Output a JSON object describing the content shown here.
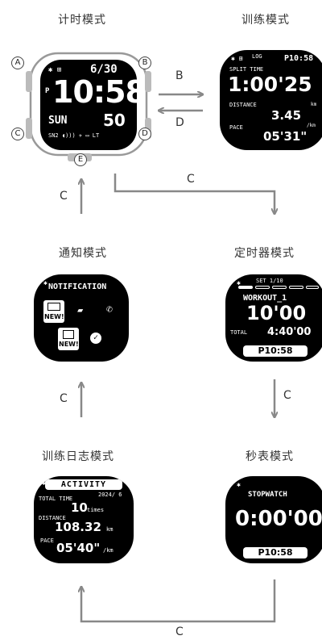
{
  "timekeeping": {
    "title": "计时模式",
    "buttons": {
      "a": "A",
      "b": "B",
      "c": "C",
      "d": "D",
      "e": "E"
    },
    "date": "6/30",
    "pm": "P",
    "time": "10:58",
    "day": "SUN",
    "seconds": "50",
    "status": "SN2 ◖))) ✈ ▭ LT"
  },
  "training": {
    "title": "训练模式",
    "top_time": "P10:58",
    "log": "LOG",
    "split_label": "SPLIT TIME",
    "split_value": "1:00'25",
    "distance_label": "DISTANCE",
    "distance_value": "3.45",
    "distance_unit": "km",
    "pace_label": "PACE",
    "pace_value": "05'31\"",
    "pace_unit": "/km"
  },
  "notification": {
    "title": "通知模式",
    "header": "NOTIFICATION",
    "new1": "NEW!",
    "new2": "NEW!"
  },
  "timer": {
    "title": "定时器模式",
    "set": "SET 1/10",
    "workout": "WORKOUT_1",
    "value": "10'00",
    "total_label": "TOTAL",
    "total_value": "4:40'00",
    "bottom_time": "P10:58"
  },
  "activity": {
    "title": "训练日志模式",
    "header": "ACTIVITY",
    "date": "2024/ 6",
    "total_time_label": "TOTAL TIME",
    "times_value": "10",
    "times_unit": "times",
    "distance_label": "DISTANCE",
    "distance_value": "108.32",
    "distance_unit": "km",
    "pace_label": "PACE",
    "pace_value": "05'40\"",
    "pace_unit": "/km"
  },
  "stopwatch": {
    "title": "秒表模式",
    "header": "STOPWATCH",
    "value": "0:00'00",
    "bottom_time": "P10:58"
  },
  "arrows": {
    "b": "B",
    "d": "D",
    "c_top": "C",
    "c_right": "C",
    "c_left_upper": "C",
    "c_left_lower": "C",
    "c_bottom": "C"
  }
}
